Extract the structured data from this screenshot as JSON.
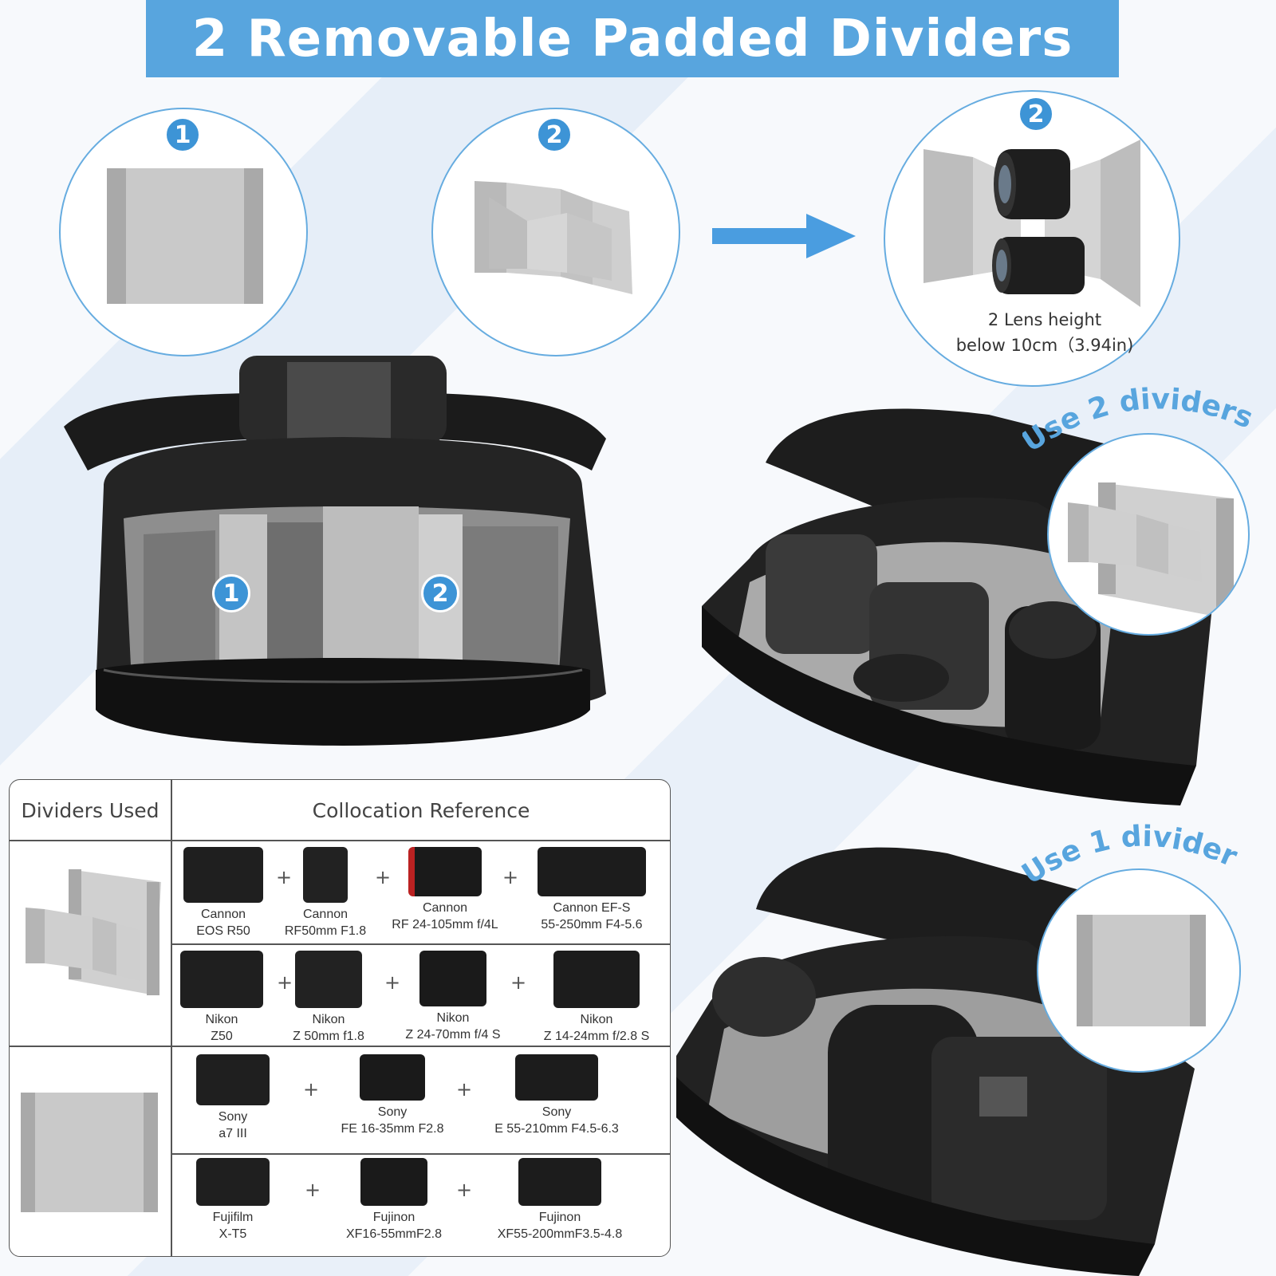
{
  "banner": {
    "title": "2 Removable Padded Dividers"
  },
  "steps": {
    "step1_badge": "1",
    "step2_badge": "2",
    "step3_badge": "2",
    "lens_note_line1": "2 Lens height",
    "lens_note_line2": "below 10cm（3.94in)"
  },
  "bag_badges": {
    "left": "1",
    "right": "2"
  },
  "labels": {
    "use_two": "Use 2 dividers",
    "use_one": "Use 1 divider"
  },
  "table": {
    "header_dividers": "Dividers Used",
    "header_reference": "Collocation Reference",
    "plus": "+",
    "rows": [
      {
        "items": [
          {
            "brand": "Cannon",
            "model": "EOS R50"
          },
          {
            "brand": "Cannon",
            "model": "RF50mm F1.8"
          },
          {
            "brand": "Cannon",
            "model": "RF 24-105mm f/4L"
          },
          {
            "brand": "Cannon EF-S",
            "model": "55-250mm F4-5.6"
          }
        ]
      },
      {
        "items": [
          {
            "brand": "Nikon",
            "model": "Z50"
          },
          {
            "brand": "Nikon",
            "model": "Z 50mm f1.8"
          },
          {
            "brand": "Nikon",
            "model": "Z 24-70mm f/4 S"
          },
          {
            "brand": "Nikon",
            "model": "Z 14-24mm f/2.8 S"
          }
        ]
      },
      {
        "items": [
          {
            "brand": "Sony",
            "model": "a7 III"
          },
          {
            "brand": "Sony",
            "model": "FE 16-35mm F2.8"
          },
          {
            "brand": "Sony",
            "model": "E 55-210mm F4.5-6.3"
          }
        ]
      },
      {
        "items": [
          {
            "brand": "Fujifilm",
            "model": "X-T5"
          },
          {
            "brand": "Fujinon",
            "model": "XF16-55mmF2.8"
          },
          {
            "brand": "Fujinon",
            "model": "XF55-200mmF3.5-4.8"
          }
        ]
      }
    ]
  },
  "colors": {
    "accent": "#58a5de",
    "badge": "#3d94d6",
    "pad": "#c9c9c9",
    "bag": "#1f1f1f"
  }
}
